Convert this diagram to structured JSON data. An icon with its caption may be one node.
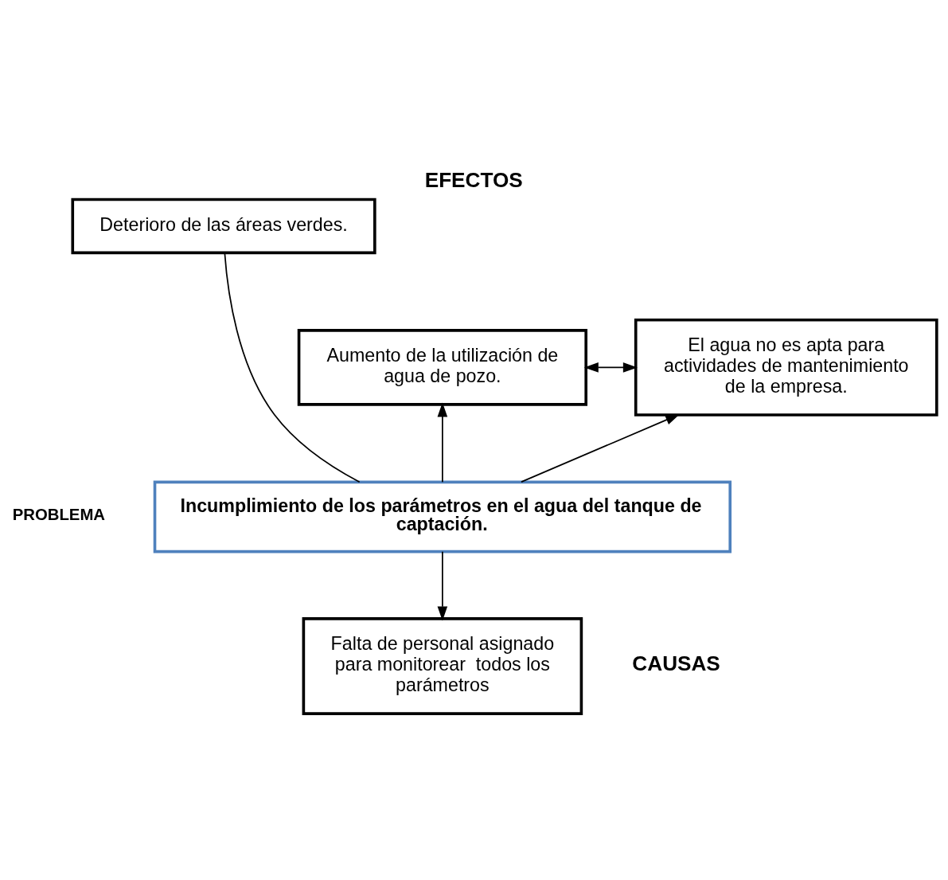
{
  "diagram": {
    "title": "EFECTOS",
    "nodes": [
      {
        "text": [
          "Deterioro de las áreas verdes."
        ]
      },
      {
        "text": [
          "Aumento de la utilización de agua de pozo."
        ]
      },
      {
        "text": [
          "El agua no es apta para actividades de mantenimiento de la empresa."
        ]
      },
      {
        "text": [
          "Incumplimiento de los parámetros en el agua del tanque de captación."
        ],
        "beside": [
          "PROBLEMA"
        ]
      },
      {
        "text": [
          "Falta de personal asignado para monitorear  todos los parámetros"
        ]
      }
    ],
    "edges": [
      {
        "from": 3,
        "to": 0,
        "arrow": "none"
      },
      {
        "from": 3,
        "to": 1,
        "arrow": "to"
      },
      {
        "from": 3,
        "to": 2,
        "arrow": "to"
      },
      {
        "from": 1,
        "to": 2,
        "arrow": "both"
      },
      {
        "from": 3,
        "to": 4,
        "arrow": "to"
      }
    ],
    "labels": [
      "CAUSAS"
    ]
  }
}
